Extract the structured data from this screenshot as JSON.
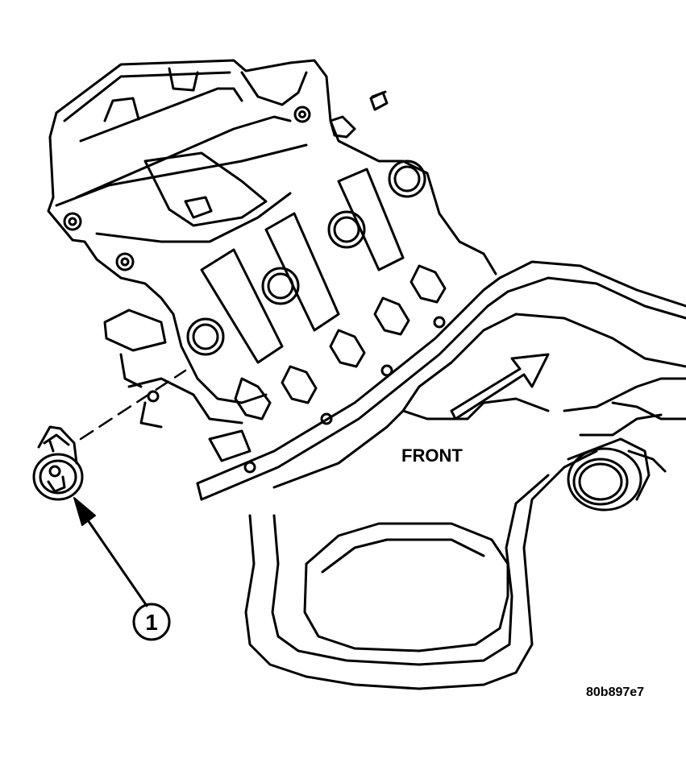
{
  "labels": {
    "front": "FRONT",
    "callout_number": "1",
    "figure_code": "80b897e7"
  },
  "colors": {
    "line": "#000000",
    "background": "#ffffff"
  }
}
